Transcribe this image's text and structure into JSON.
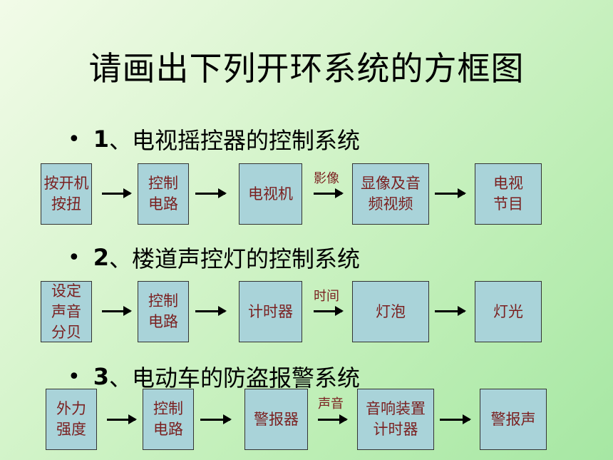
{
  "title": "请画出下列开环系统的方框图",
  "items": [
    {
      "num": "1",
      "label": "、电视摇控器的控制系统",
      "boxes": [
        "按开机\n按扭",
        "控制\n电路",
        "电视机",
        "显像及音\n频视频",
        "电视\n节目"
      ],
      "signal": "影像"
    },
    {
      "num": "2",
      "label": "、楼道声控灯的控制系统",
      "boxes": [
        "设定\n声音\n分贝",
        "控制\n电路",
        "计时器",
        "灯泡",
        "灯光"
      ],
      "signal": "时间"
    },
    {
      "num": "3",
      "label": "、电动车的防盗报警系统",
      "boxes": [
        "外力\n强度",
        "控制\n电路",
        "警报器",
        "音响装置\n计时器",
        "警报声"
      ],
      "signal": "声音"
    }
  ]
}
